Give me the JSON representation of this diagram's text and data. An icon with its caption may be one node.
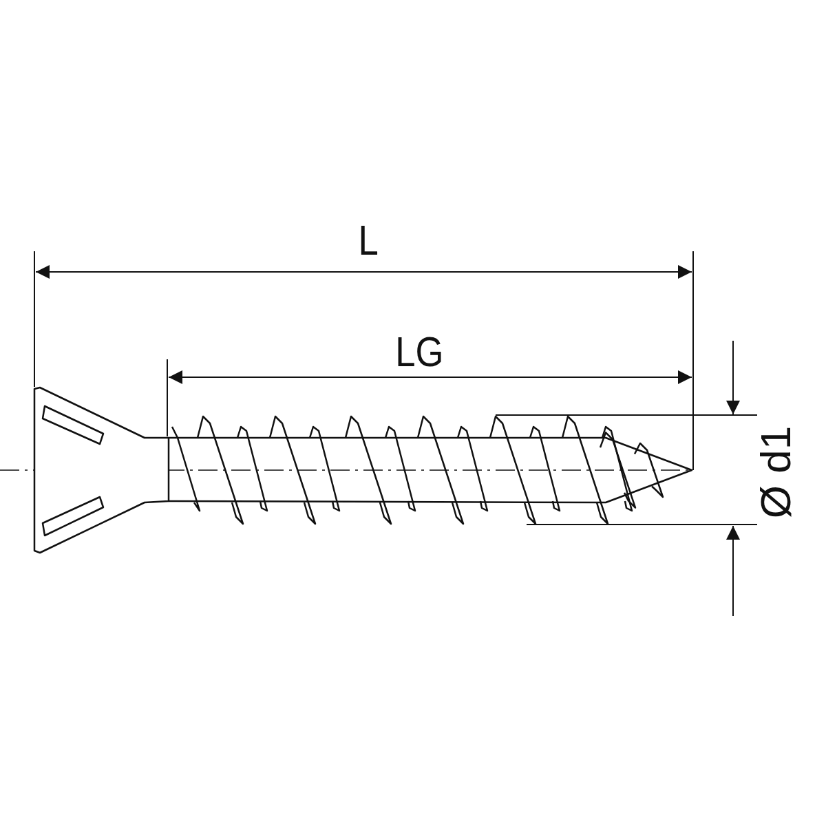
{
  "diagram": {
    "labels": [
      "L",
      "LG",
      "Ø d1"
    ]
  }
}
